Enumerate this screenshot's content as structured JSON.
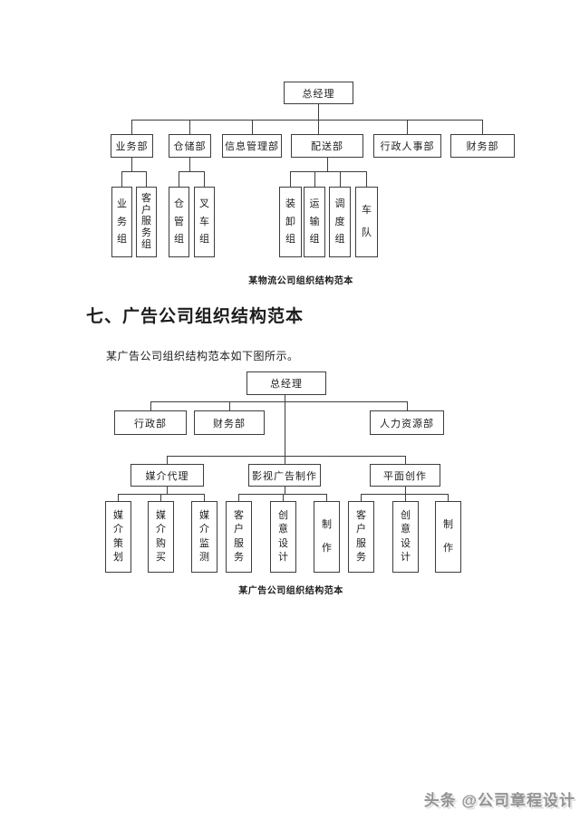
{
  "page": {
    "heading": "七、广告公司组织结构范本",
    "intro": "某广告公司组织结构范本如下图所示。",
    "watermark": "头条 @公司章程设计"
  },
  "colors": {
    "line": "#3d3d3d",
    "text": "#1c1c1c",
    "watermark_gray": "#939393"
  },
  "logistics_chart": {
    "caption": "某物流公司组织结构范本",
    "root": "总经理",
    "departments": [
      "业务部",
      "仓储部",
      "信息管理部",
      "配送部",
      "行政人事部",
      "财务部"
    ],
    "teams": [
      "业务组",
      "客户服务组",
      "仓管组",
      "叉车组",
      "装卸组",
      "运输组",
      "调度组",
      "车队"
    ]
  },
  "ad_chart": {
    "caption": "某广告公司组织结构范本",
    "root": "总经理",
    "level2": [
      "行政部",
      "财务部",
      "人力资源部"
    ],
    "level3": [
      "媒介代理",
      "影视广告制作",
      "平面创作"
    ],
    "teams": [
      "媒介策划",
      "媒介购买",
      "媒介监测",
      "客户服务",
      "创意设计",
      "制作",
      "客户服务",
      "创意设计",
      "制作"
    ]
  }
}
